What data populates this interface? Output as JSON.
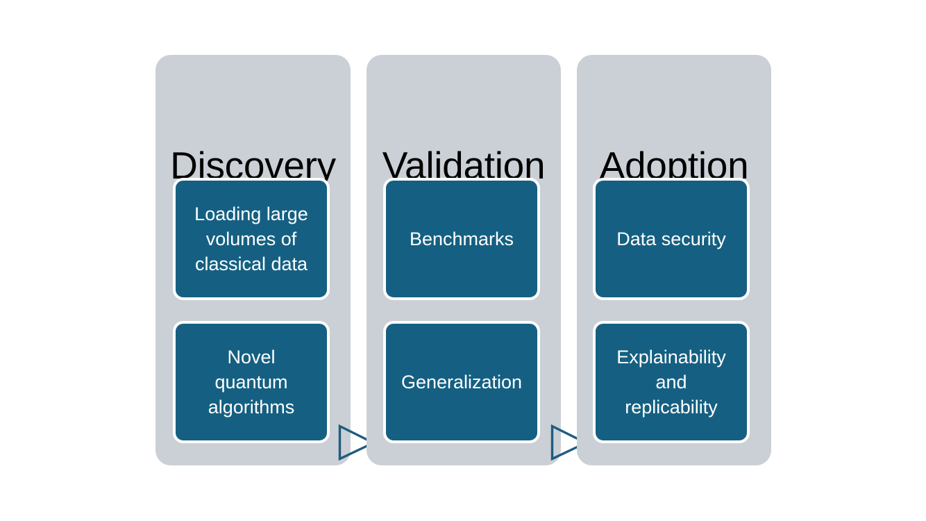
{
  "diagram": {
    "type": "process-flow",
    "title": "",
    "orientation": "left-to-right",
    "colors": {
      "background": "#ffffff",
      "stage_fill": "#cbd0d6",
      "card_fill": "#156082",
      "card_border": "#ffffff",
      "card_text": "#ffffff",
      "stage_title_text": "#000000",
      "arrow_stroke": "#1f5c7e"
    },
    "stages": [
      {
        "id": "discovery",
        "title": "Discovery",
        "items": [
          {
            "id": "loading-large-volumes-of-classical-data",
            "label": "Loading large\nvolumes of\nclassical data"
          },
          {
            "id": "novel-quantum-algorithms",
            "label": "Novel\nquantum\nalgorithms"
          }
        ]
      },
      {
        "id": "validation",
        "title": "Validation",
        "items": [
          {
            "id": "benchmarks",
            "label": "Benchmarks"
          },
          {
            "id": "generalization",
            "label": "Generalization"
          }
        ]
      },
      {
        "id": "adoption",
        "title": "Adoption",
        "items": [
          {
            "id": "data-security",
            "label": "Data security"
          },
          {
            "id": "explainability-and-replicability",
            "label": "Explainability\nand\nreplicability"
          }
        ]
      }
    ],
    "connectors": [
      {
        "id": "discovery-to-validation",
        "icon": "triangle-right-outline-icon"
      },
      {
        "id": "validation-to-adoption",
        "icon": "triangle-right-outline-icon"
      }
    ]
  }
}
